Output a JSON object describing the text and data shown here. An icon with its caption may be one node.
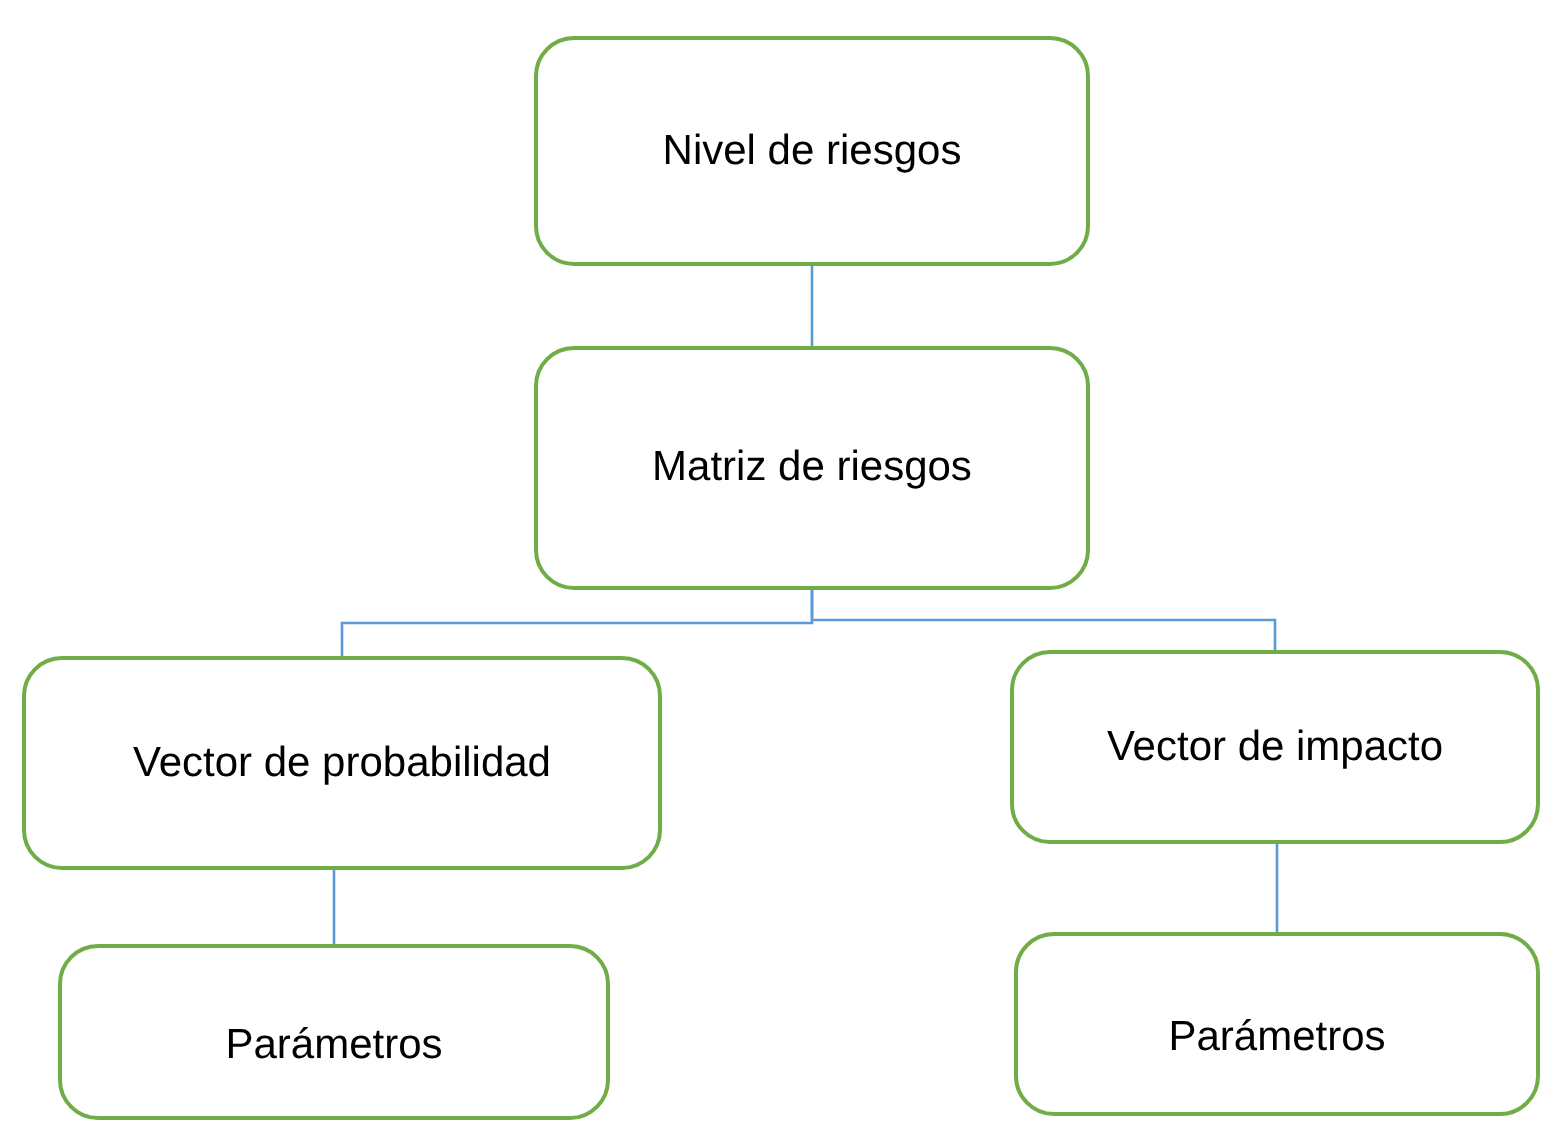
{
  "diagram": {
    "nodes": [
      {
        "text": [
          "Nivel de riesgos"
        ]
      },
      {
        "text": [
          "Matriz de riesgos"
        ]
      },
      {
        "text": [
          "Vector de probabilidad"
        ]
      },
      {
        "text": [
          "Vector de impacto"
        ]
      },
      {
        "text": [
          "Parámetros"
        ]
      },
      {
        "text": [
          "Parámetros"
        ]
      }
    ],
    "edges": [
      {
        "from": 0,
        "to": 1,
        "arrow": "none"
      },
      {
        "from": 1,
        "to": 2,
        "arrow": "none"
      },
      {
        "from": 1,
        "to": 3,
        "arrow": "none"
      },
      {
        "from": 2,
        "to": 4,
        "arrow": "none"
      },
      {
        "from": 3,
        "to": 5,
        "arrow": "none"
      }
    ]
  }
}
